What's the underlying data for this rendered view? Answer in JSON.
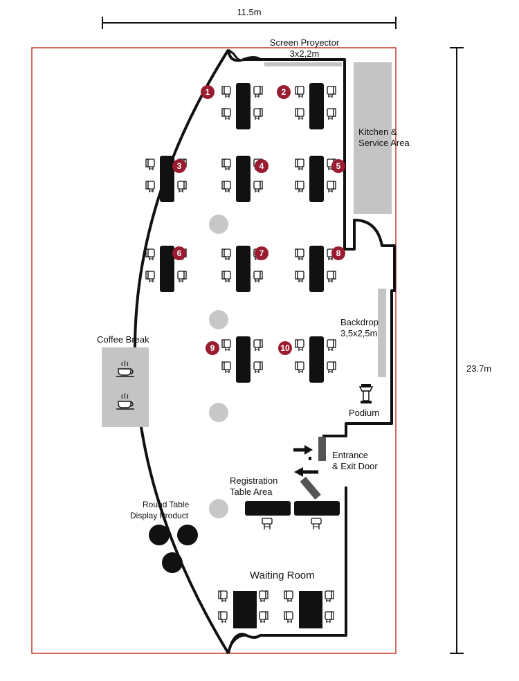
{
  "dimensions": {
    "width_label": "11.5m",
    "height_label": "23.7m"
  },
  "labels": {
    "screen": "Screen Proyector",
    "screen_size": "3x2,2m",
    "kitchen_line1": "Kitchen &",
    "kitchen_line2": "Service Area",
    "backdrop": "Backdrop",
    "backdrop_size": "3,5x2,5m",
    "podium": "Podium",
    "entrance_line1": "Entrance",
    "entrance_line2": "& Exit Door",
    "registration_line1": "Registration",
    "registration_line2": "Table Area",
    "round_table_line1": "Round Table",
    "round_table_line2": "Display Product",
    "coffee_break": "Coffee Break",
    "waiting_room": "Waiting Room"
  },
  "table_numbers": [
    "1",
    "2",
    "3",
    "4",
    "5",
    "6",
    "7",
    "8",
    "9",
    "10"
  ],
  "colors": {
    "outline": "#c0392b",
    "wall": "#111111",
    "marker": "#9b1b30",
    "grey_area": "#c4c4c4",
    "grey_circle": "#c8c8c8",
    "table": "#111111"
  },
  "icons": [
    "chair-icon",
    "coffee-cup-icon",
    "podium-icon",
    "arrow-right-icon",
    "arrow-left-icon"
  ]
}
